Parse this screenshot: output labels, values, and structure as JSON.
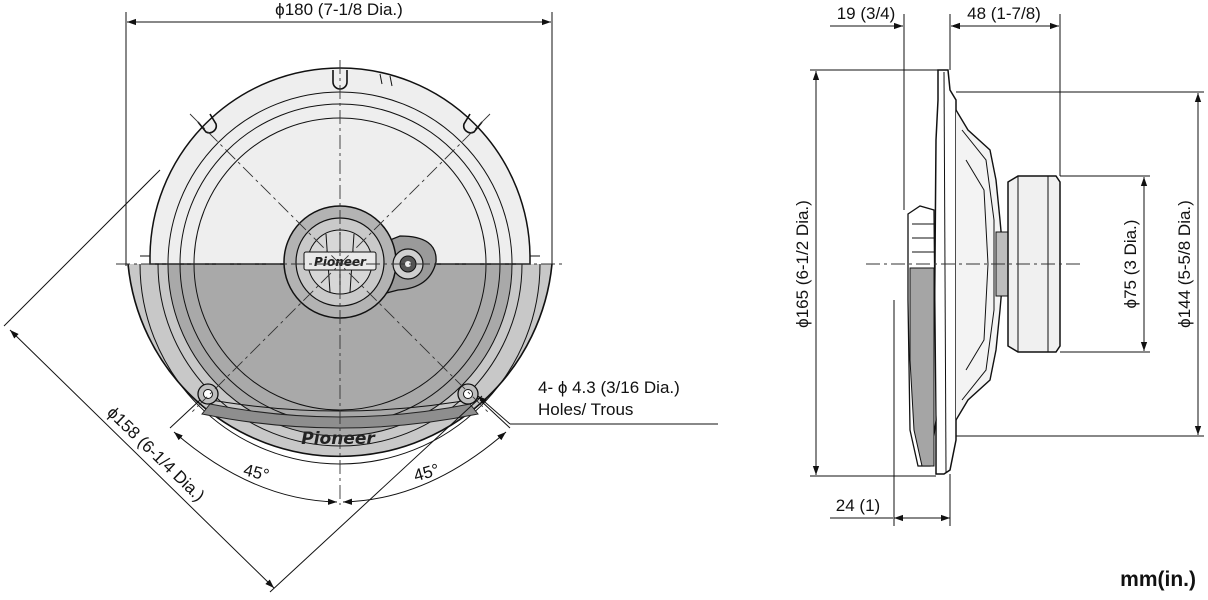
{
  "diagram": {
    "front_view": {
      "outer_diameter": "ϕ180 (7-1/8 Dia.)",
      "cutout_diameter": "ϕ158 (6-1/4 Dia.)",
      "angle_left": "45°",
      "angle_right": "45°",
      "holes_line1": "4- ϕ 4.3 (3/16 Dia.)",
      "holes_line2": "Holes/ Trous",
      "brand_grille": "Pioneer",
      "brand_tweeter": "Pioneer"
    },
    "side_view": {
      "top_depth_1": "19 (3/4)",
      "top_depth_2": "48 (1-7/8)",
      "bottom_depth": "24 (1)",
      "diameter_165": "ϕ165 (6-1/2 Dia.)",
      "diameter_75": "ϕ75 (3 Dia.)",
      "diameter_144": "ϕ144 (5-5/8 Dia.)"
    },
    "units": "mm(in.)"
  }
}
